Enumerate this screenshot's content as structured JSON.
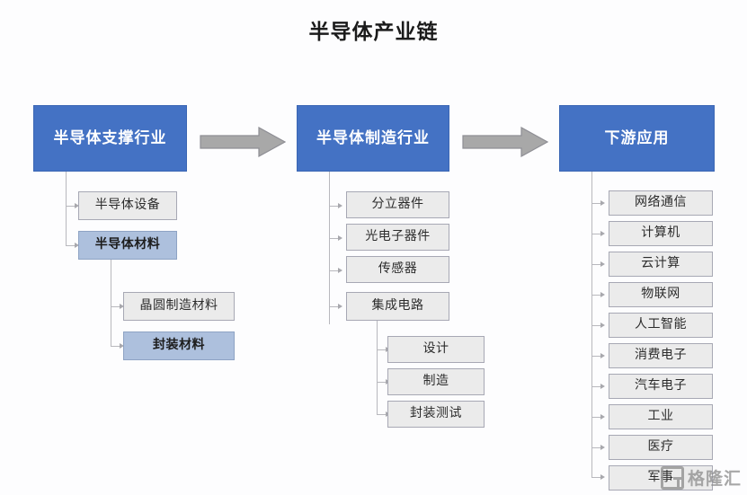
{
  "title": "半导体产业链",
  "colors": {
    "header_fill": "#4472C4",
    "header_text": "#FFFFFF",
    "plain_fill": "#EBEBEB",
    "highlight_fill": "#ADC0DD",
    "connector": "#B8B8BD",
    "flow_arrow": "#A5A5A5",
    "background": "#FDFDFE"
  },
  "columns": [
    {
      "header": "半导体支撑行业",
      "items": [
        {
          "label": "半导体设备",
          "style": "plain"
        },
        {
          "label": "半导体材料",
          "style": "highlight"
        }
      ],
      "subitems": [
        {
          "label": "晶圆制造材料",
          "style": "plain"
        },
        {
          "label": "封装材料",
          "style": "highlight"
        }
      ]
    },
    {
      "header": "半导体制造行业",
      "items": [
        {
          "label": "分立器件",
          "style": "plain"
        },
        {
          "label": "光电子器件",
          "style": "plain"
        },
        {
          "label": "传感器",
          "style": "plain"
        },
        {
          "label": "集成电路",
          "style": "plain"
        }
      ],
      "subitems": [
        {
          "label": "设计",
          "style": "plain"
        },
        {
          "label": "制造",
          "style": "plain"
        },
        {
          "label": "封装测试",
          "style": "plain"
        }
      ]
    },
    {
      "header": "下游应用",
      "items": [
        {
          "label": "网络通信",
          "style": "plain"
        },
        {
          "label": "计算机",
          "style": "plain"
        },
        {
          "label": "云计算",
          "style": "plain"
        },
        {
          "label": "物联网",
          "style": "plain"
        },
        {
          "label": "人工智能",
          "style": "plain"
        },
        {
          "label": "消费电子",
          "style": "plain"
        },
        {
          "label": "汽车电子",
          "style": "plain"
        },
        {
          "label": "工业",
          "style": "plain"
        },
        {
          "label": "医疗",
          "style": "plain"
        },
        {
          "label": "军事",
          "style": "plain"
        }
      ],
      "subitems": []
    }
  ],
  "flow_arrows": [
    {
      "from": "半导体支撑行业",
      "to": "半导体制造行业"
    },
    {
      "from": "半导体制造行业",
      "to": "下游应用"
    }
  ],
  "watermark": {
    "text": "格隆汇",
    "icon": "g-logo-icon"
  }
}
